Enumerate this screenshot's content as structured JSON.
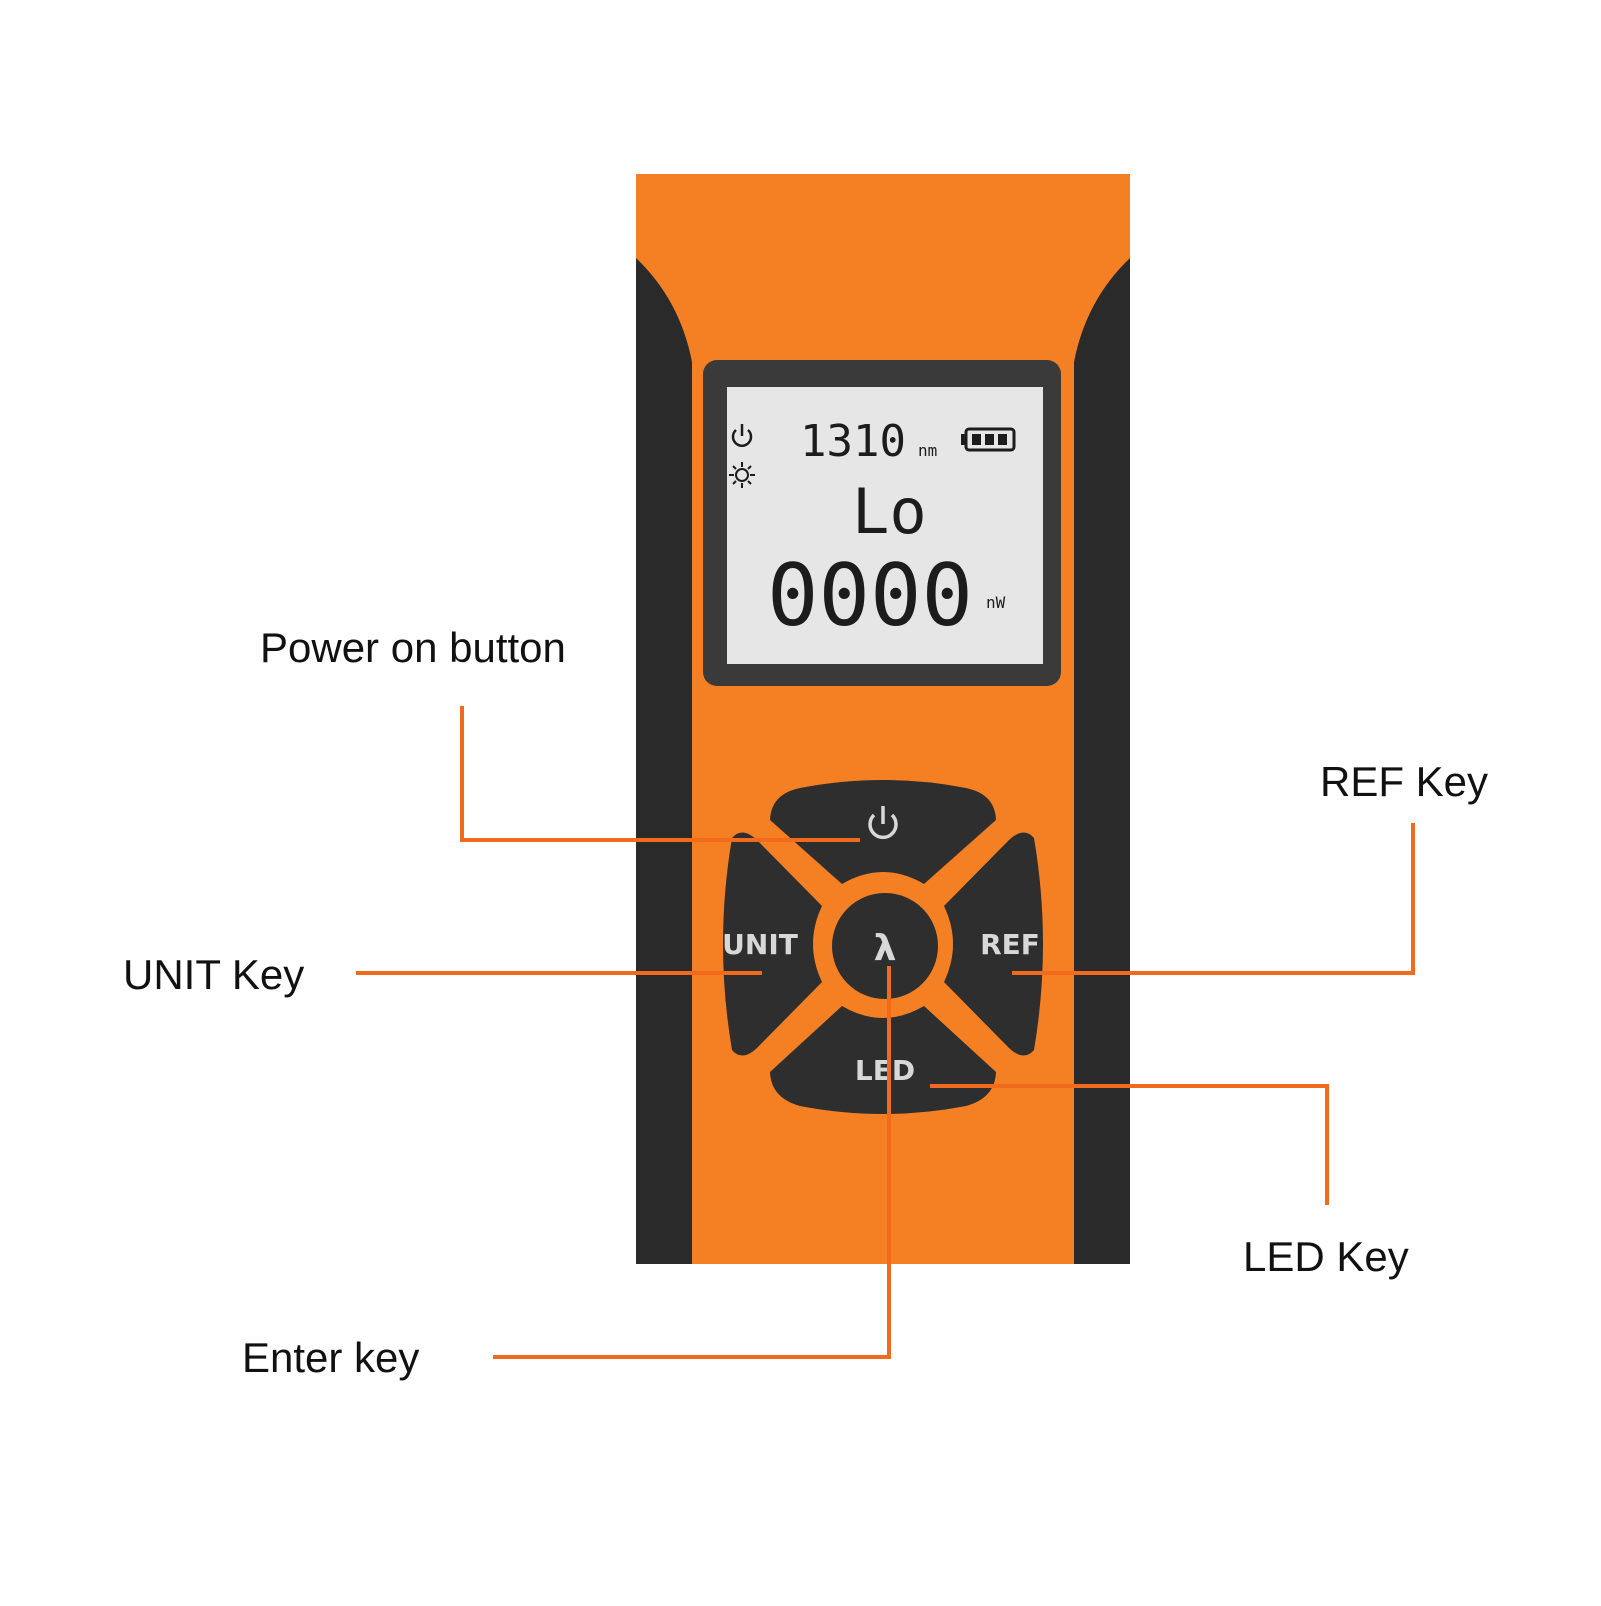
{
  "colors": {
    "body_orange": "#f58024",
    "side_dark": "#2a2a2a",
    "lcd_bg": "#e6e6e6",
    "lcd_frame": "#3a3a3a",
    "key_dark": "#2e2e2e",
    "leader": "#f26a1b"
  },
  "display": {
    "wavelength": "1310",
    "wavelength_unit": "nm",
    "status": "Lo",
    "reading": "0000",
    "reading_unit": "nW",
    "icons": [
      "power-icon",
      "backlight-icon",
      "battery-icon"
    ]
  },
  "keys": {
    "power": {
      "icon": "power-icon"
    },
    "unit": {
      "label": "UNIT"
    },
    "ref": {
      "label": "REF"
    },
    "led": {
      "label": "LED"
    },
    "enter": {
      "label": "λ"
    }
  },
  "callouts": {
    "power": "Power on button",
    "ref": "REF Key",
    "unit": "UNIT Key",
    "led": "LED Key",
    "enter": "Enter key"
  }
}
